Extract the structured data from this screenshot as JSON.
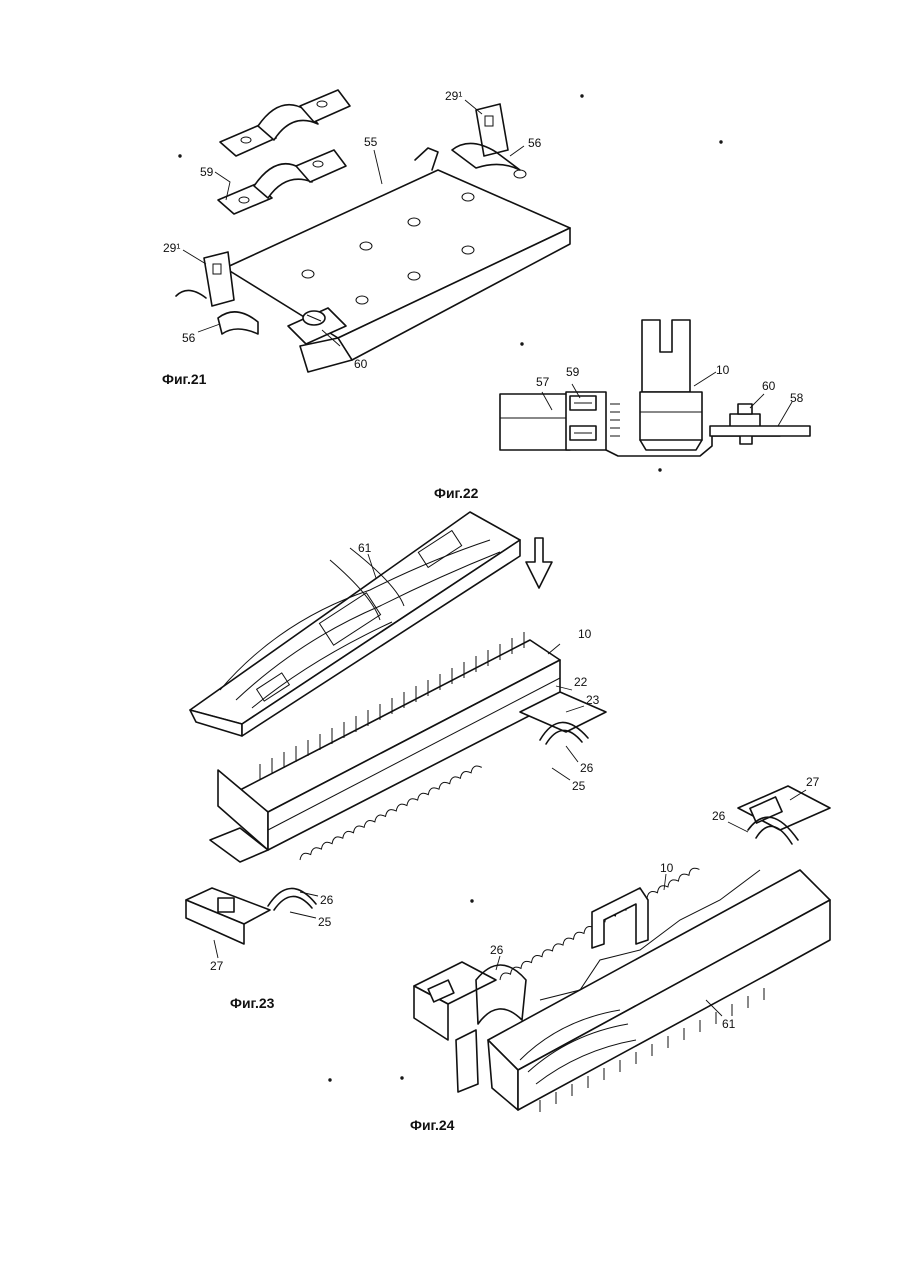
{
  "figures": {
    "fig21": {
      "caption": "Фиг.21",
      "refs": {
        "r55": "55",
        "r59": "59",
        "r29a": "29¹",
        "r29b": "29¹",
        "r56a": "56",
        "r56b": "56",
        "r60": "60"
      }
    },
    "fig22": {
      "caption": "Фиг.22",
      "refs": {
        "r57": "57",
        "r59": "59",
        "r10": "10",
        "r60": "60",
        "r58": "58"
      }
    },
    "fig23": {
      "caption": "Фиг.23",
      "refs": {
        "r61": "61",
        "r10": "10",
        "r22": "22",
        "r23": "23",
        "r26a": "26",
        "r25a": "25",
        "r26b": "26",
        "r25b": "25",
        "r27": "27"
      }
    },
    "fig24": {
      "caption": "Фиг.24",
      "refs": {
        "r27": "27",
        "r26a": "26",
        "r10": "10",
        "r26b": "26",
        "r61": "61"
      }
    }
  }
}
